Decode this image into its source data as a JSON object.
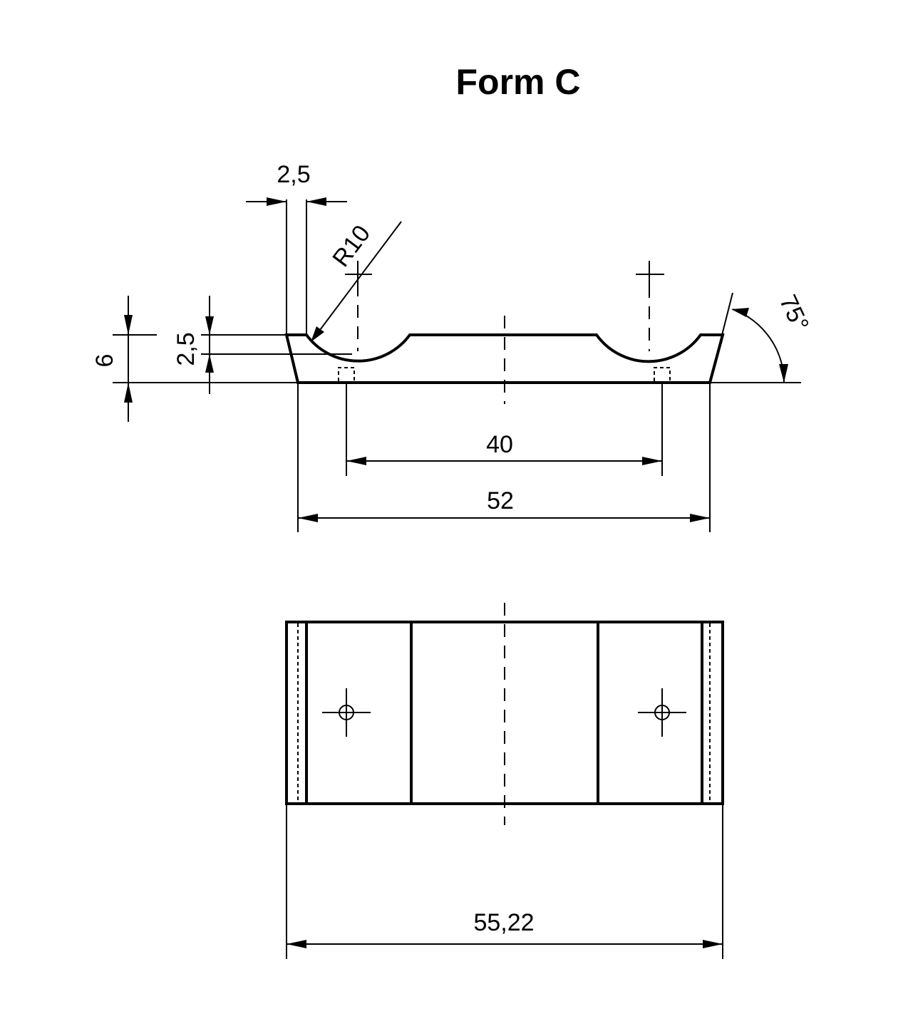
{
  "title": "Form C",
  "dimensions": {
    "top_edge_width": "2,5",
    "radius": "R10",
    "angle": "75°",
    "total_height": "6",
    "groove_depth": "2,5",
    "hole_spacing": "40",
    "base_width": "52",
    "overall_width": "55,22"
  }
}
